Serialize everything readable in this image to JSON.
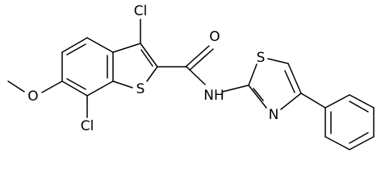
{
  "atom_labels": {
    "cl_top": "Cl",
    "o_carbonyl": "O",
    "s_benzothiophene": "S",
    "nh": "NH",
    "s_thiazole": "S",
    "n_thiazole": "N",
    "o_methoxy": "O",
    "cl_bottom": "Cl"
  },
  "colors": {
    "bond": "#000000",
    "label": "#000000",
    "background": "#ffffff"
  }
}
